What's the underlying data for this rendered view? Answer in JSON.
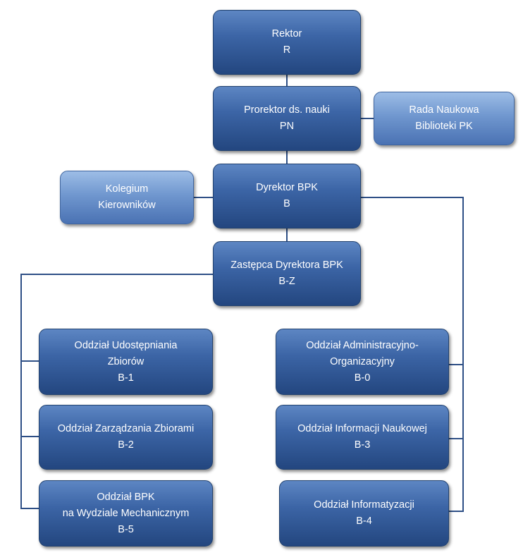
{
  "nodes": {
    "rektor": {
      "name": "Rektor",
      "code": "R"
    },
    "prorektor": {
      "name": "Prorektor ds. nauki",
      "code": "PN"
    },
    "rada": {
      "line1": "Rada Naukowa",
      "line2": "Biblioteki PK"
    },
    "dyrektor": {
      "name": "Dyrektor BPK",
      "code": "B"
    },
    "kolegium": {
      "line1": "Kolegium",
      "line2": "Kierowników"
    },
    "zastepca": {
      "name": "Zastępca Dyrektora BPK",
      "code": "B-Z"
    },
    "b1": {
      "line1": "Oddział Udostępniania",
      "line2": "Zbiorów",
      "code": "B-1"
    },
    "b2": {
      "name": "Oddział Zarządzania Zbiorami",
      "code": "B-2"
    },
    "b5": {
      "line1": "Oddział BPK",
      "line2": "na Wydziale Mechanicznym",
      "code": "B-5"
    },
    "b0": {
      "line1": "Oddział Administracyjno-",
      "line2": "Organizacyjny",
      "code": "B-0"
    },
    "b3": {
      "name": "Oddział Informacji Naukowej",
      "code": "B-3"
    },
    "b4": {
      "name": "Oddział Informatyzacji",
      "code": "B-4"
    }
  },
  "colors": {
    "box_dark": "#2e528f",
    "box_light": "#7097cf",
    "line": "#2e4f86",
    "text": "#ffffff"
  }
}
